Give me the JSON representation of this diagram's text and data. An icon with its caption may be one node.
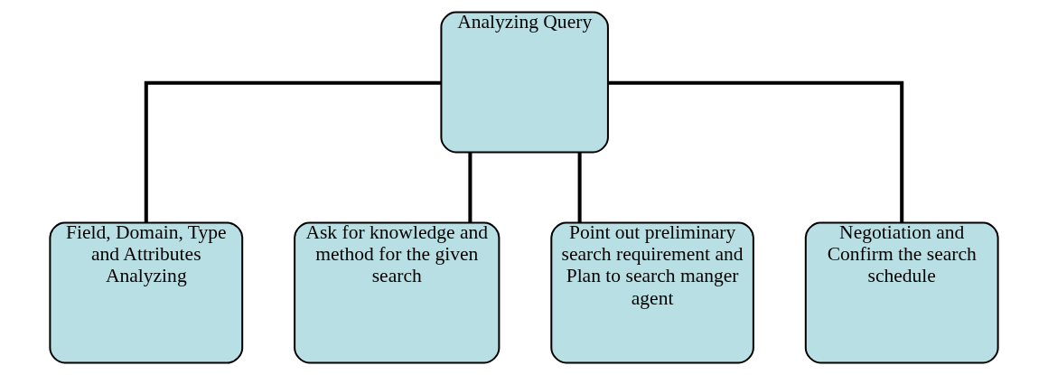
{
  "diagram": {
    "nodes": [
      {
        "text": [
          "Analyzing Query"
        ]
      },
      {
        "text": [
          "Field, Domain, Type and Attributes Analyzing"
        ]
      },
      {
        "text": [
          "Ask for knowledge and method for the given search"
        ]
      },
      {
        "text": [
          "Point out preliminary search requirement and Plan to search manger agent"
        ]
      },
      {
        "text": [
          "Negotiation and Confirm the search schedule"
        ]
      }
    ],
    "edges": [
      {
        "from": 0,
        "to": 1,
        "arrow": "none"
      },
      {
        "from": 0,
        "to": 2,
        "arrow": "none"
      },
      {
        "from": 0,
        "to": 3,
        "arrow": "none"
      },
      {
        "from": 0,
        "to": 4,
        "arrow": "none"
      }
    ]
  }
}
